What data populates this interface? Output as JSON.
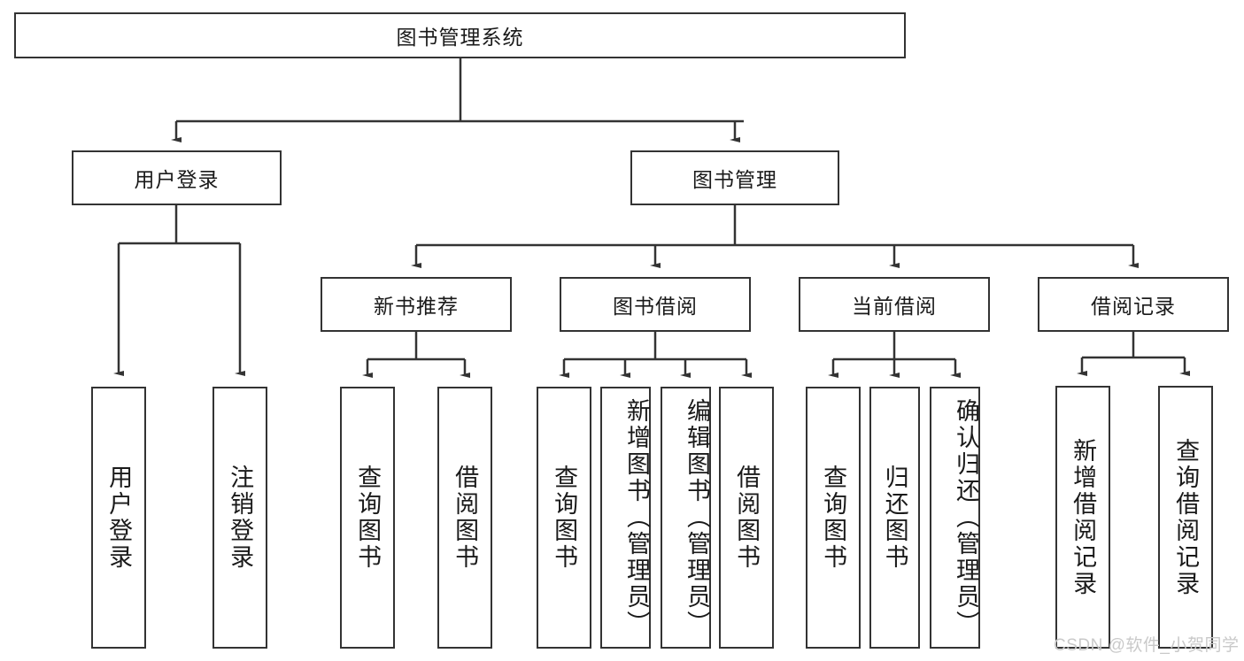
{
  "diagram": {
    "type": "tree",
    "title": "图书管理系统",
    "background": "#ffffff",
    "line_color": "#333333",
    "box_border_color": "#333333",
    "box_fill": "#ffffff",
    "text_color": "#1a1a1a",
    "watermark": "CSDN @软件_小贺同学",
    "watermark_color": "#c9c9c9"
  },
  "nodes": {
    "root": {
      "label": "图书管理系统"
    },
    "level2": [
      {
        "id": "user-login",
        "label": "用户登录"
      },
      {
        "id": "book-management",
        "label": "图书管理"
      }
    ],
    "level3": [
      {
        "id": "new-book-recommend",
        "label": "新书推荐"
      },
      {
        "id": "book-borrow",
        "label": "图书借阅"
      },
      {
        "id": "current-borrow",
        "label": "当前借阅"
      },
      {
        "id": "borrow-record",
        "label": "借阅记录"
      }
    ],
    "leaves": [
      {
        "id": "leaf-user-login",
        "label": "用户登录",
        "parent": "user-login"
      },
      {
        "id": "leaf-user-logout",
        "label": "注销登录",
        "parent": "user-login"
      },
      {
        "id": "leaf-query-book-1",
        "label": "查询图书",
        "parent": "new-book-recommend"
      },
      {
        "id": "leaf-borrow-book-1",
        "label": "借阅图书",
        "parent": "new-book-recommend"
      },
      {
        "id": "leaf-query-book-2",
        "label": "查询图书",
        "parent": "book-borrow"
      },
      {
        "id": "leaf-add-book",
        "label": "新增图书（管理员）",
        "parent": "book-borrow"
      },
      {
        "id": "leaf-edit-book",
        "label": "编辑图书（管理员）",
        "parent": "book-borrow"
      },
      {
        "id": "leaf-borrow-book-2",
        "label": "借阅图书",
        "parent": "book-borrow"
      },
      {
        "id": "leaf-query-book-3",
        "label": "查询图书",
        "parent": "current-borrow"
      },
      {
        "id": "leaf-return-book",
        "label": "归还图书",
        "parent": "current-borrow"
      },
      {
        "id": "leaf-confirm-return",
        "label": "确认归还（管理员）",
        "parent": "current-borrow"
      },
      {
        "id": "leaf-add-record",
        "label": "新增借阅记录",
        "parent": "borrow-record"
      },
      {
        "id": "leaf-query-record",
        "label": "查询借阅记录",
        "parent": "borrow-record"
      }
    ]
  }
}
